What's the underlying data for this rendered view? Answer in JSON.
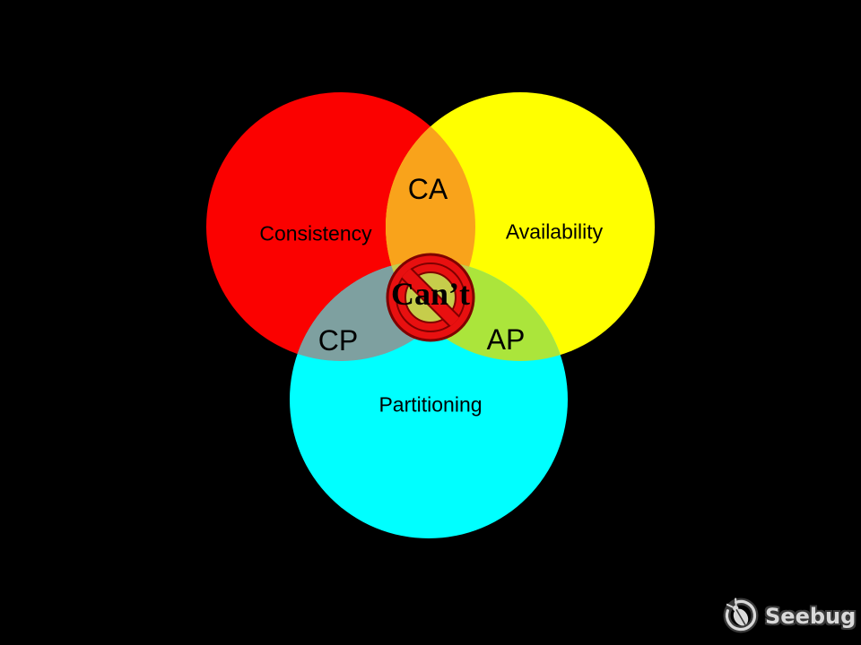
{
  "venn": {
    "background_color": "#000000",
    "sets": [
      {
        "label": "Consistency",
        "color": "#FB0100"
      },
      {
        "label": "Availability",
        "color": "#FFFF00"
      },
      {
        "label": "Partitioning",
        "color": "#00FFFF"
      }
    ],
    "regions": {
      "ca": {
        "label": "CA",
        "color": "#F9A31B"
      },
      "cp": {
        "label": "CP",
        "color": "#7EA0A0"
      },
      "ap": {
        "label": "AP",
        "color": "#ABE53B"
      },
      "center": {
        "color": "#C6CD4B"
      }
    },
    "badge": {
      "label": "Can’t",
      "fill": "#E81010",
      "border": "#7E0000"
    }
  },
  "watermark": {
    "brand": "Seebug",
    "color": "#D9D9D9"
  }
}
